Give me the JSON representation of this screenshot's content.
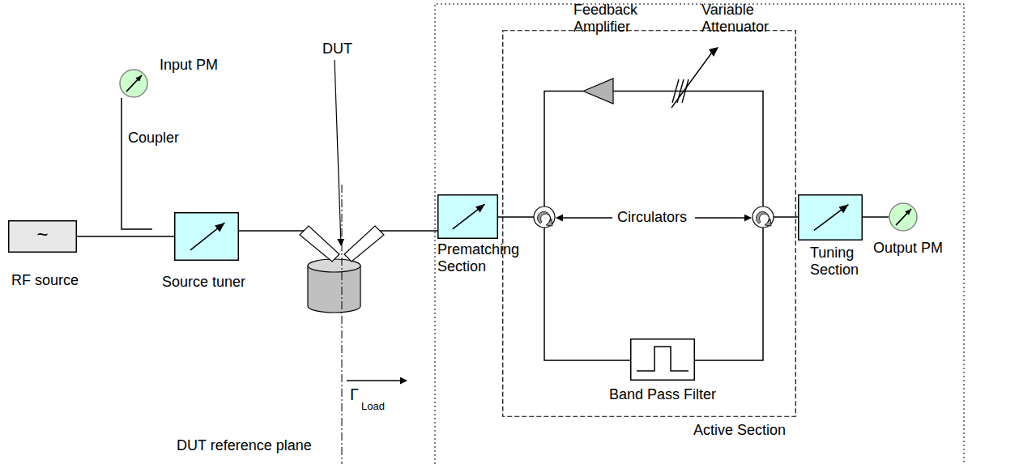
{
  "diagram": {
    "nodes": [
      {
        "text": [
          "~",
          "RF source"
        ]
      },
      {
        "text": [
          "Input PM"
        ]
      },
      {
        "text": [
          "Source tuner"
        ]
      },
      {
        "text": [
          "Prematching Section"
        ]
      },
      {
        "text": [
          "Active Section"
        ]
      },
      {
        "text": [
          "Feedback Amplifier"
        ],
        "in": 4
      },
      {
        "text": [
          "Variable Attenuator"
        ],
        "in": 4
      },
      {
        "text": [
          "Band Pass Filter"
        ],
        "in": 4
      },
      {
        "text": [
          "Tuning Section"
        ]
      },
      {
        "text": [
          "Output PM"
        ]
      }
    ],
    "edges": [
      {
        "from": 0,
        "to": 2,
        "arrow": "none"
      },
      {
        "from": 5,
        "to": 6,
        "arrow": "none"
      },
      {
        "from": 8,
        "to": 9,
        "arrow": "none"
      }
    ],
    "labels": [
      "Coupler",
      "DUT",
      "Circulators",
      "Γ",
      "Load",
      "DUT reference plane"
    ]
  }
}
